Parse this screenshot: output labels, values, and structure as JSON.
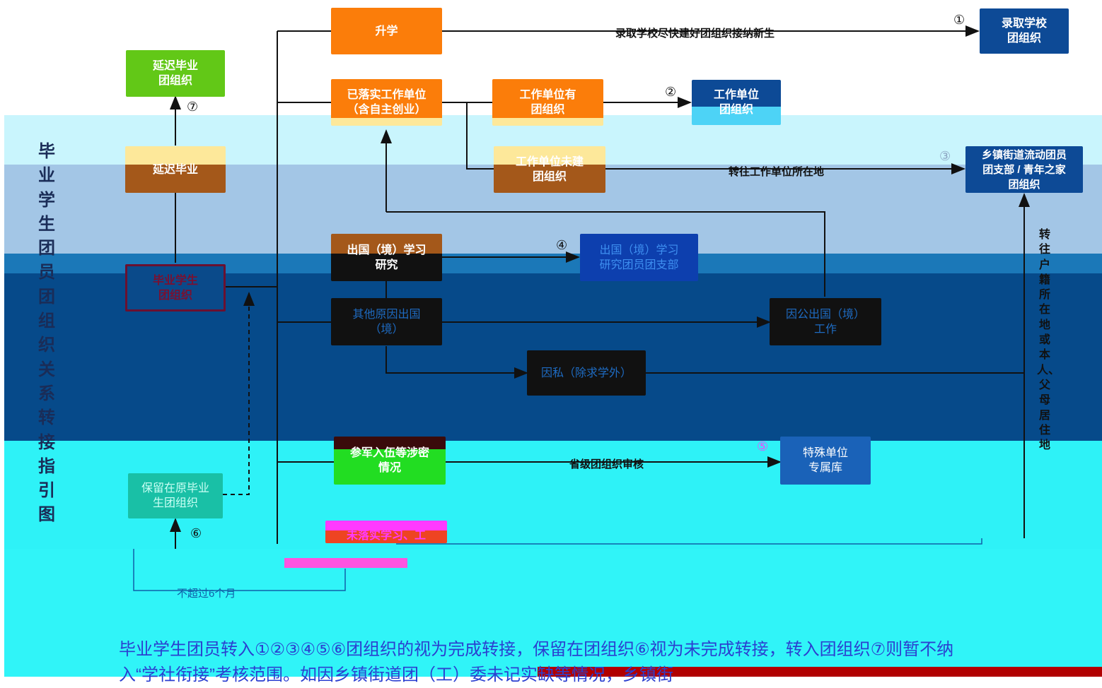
{
  "title": "毕业学生团员团组织关系转接指引图",
  "colors": {
    "orange": "#fb7d0a",
    "navy": "#0d4a96",
    "green": "#62c817",
    "teal": "#19c0a6",
    "brown": "#a4581a"
  },
  "nodes": {
    "shengxue": "升学",
    "luqu": "录取学校\n团组织",
    "yanchi_zuzhi": "延迟毕业\n团组织",
    "yiluoshi": "已落实工作单位\n（含自主创业）",
    "gzdw_you": "工作单位有\n团组织",
    "gzdw_zuzhi": "工作单位\n团组织",
    "yanchi": "延迟毕业",
    "gzdw_wei": "工作单位未建\n团组织",
    "xiangzhen": "乡镇街道流动团员\n团支部 / 青年之家\n团组织",
    "chuguo_study": "出国（境）学习\n研究",
    "chuguo_branch": "出国（境）学习\n研究团员团支部",
    "biye": "毕业学生\n团组织",
    "qita": "其他原因出国\n（境）",
    "yingong": "因公出国（境）\n工作",
    "yinsi": "因私（除求学外）",
    "canjun": "参军入伍等涉密\n情况",
    "teshu": "特殊单位\n专属库",
    "baoliu": "保留在原毕业\n生团组织",
    "weiluoshi": "未落实学习、工"
  },
  "labels": {
    "l1": "录取学校尽快建好团组织接纳新生",
    "l3": "转往工作单位所在地",
    "l5": "省级团组织审核",
    "l6": "不超过6个月",
    "vert": "转往户籍所在地或本人、父母居住地"
  },
  "numbers": {
    "n1": "①",
    "n2": "②",
    "n3": "③",
    "n4": "④",
    "n5": "⑤",
    "n6": "⑥",
    "n7": "⑦"
  },
  "note": "毕业学生团员转入①②③④⑤⑥团组织的视为完成转接，保留在团组织⑥视为未完成转接，转入团组织⑦则暂不纳入“学社衔接”考核范围。如因乡镇街道团（工）委未记实缺等情况，乡镇街"
}
